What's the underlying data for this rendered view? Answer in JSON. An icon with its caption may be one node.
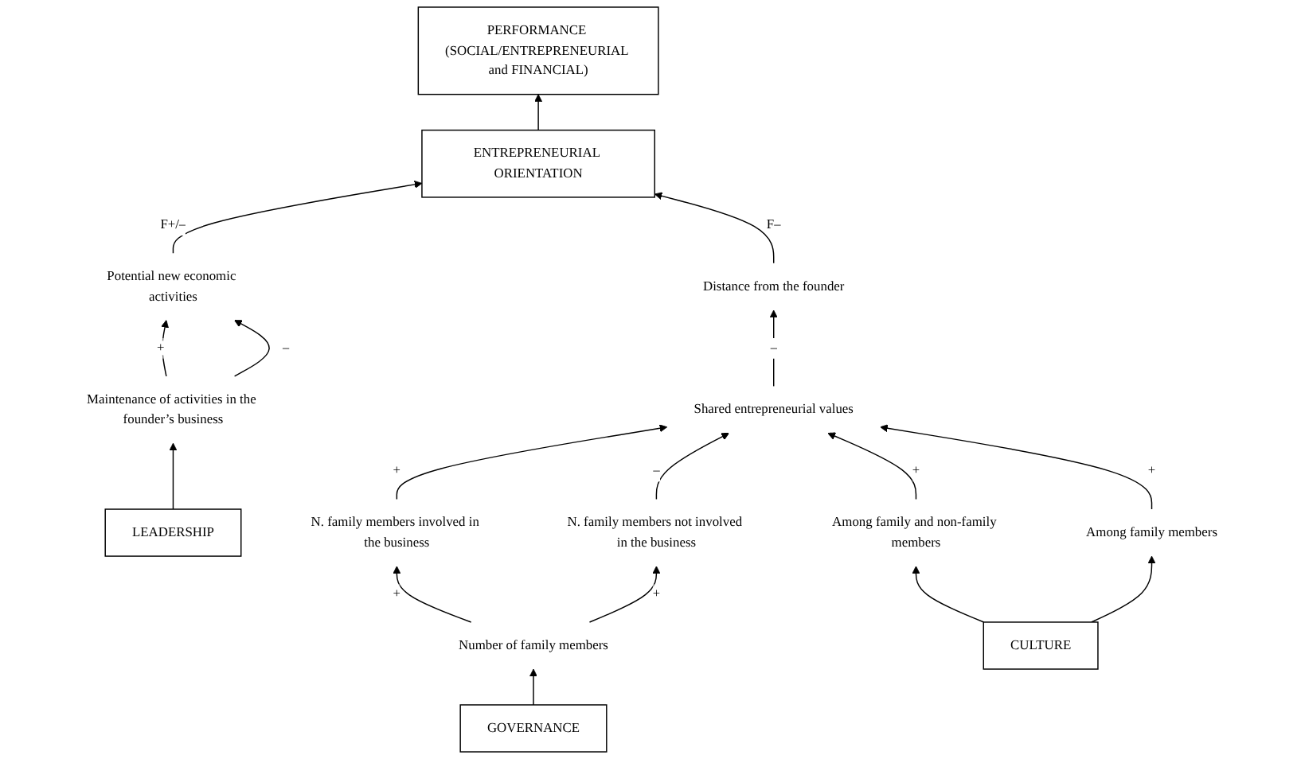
{
  "diagram": {
    "nodes": [
      {
        "text": [
          "PERFORMANCE (SOCIAL/ENTREPRENEURIAL and FINANCIAL)"
        ]
      },
      {
        "text": [
          "ENTREPRENEURIAL ORIENTATION"
        ]
      },
      {
        "text": [
          "Potential new economic activities"
        ]
      },
      {
        "text": [
          "Distance from the founder"
        ]
      },
      {
        "text": [
          "Shared entrepreneurial values"
        ]
      },
      {
        "text": [
          "Maintenance of activities in the founder’s business"
        ]
      },
      {
        "text": [
          "N. family members involved in the business"
        ]
      },
      {
        "text": [
          "N. family members not involved in the business"
        ]
      },
      {
        "text": [
          "Among family and non-family members"
        ]
      },
      {
        "text": [
          "Among family members"
        ]
      },
      {
        "text": [
          "Number of family members"
        ]
      },
      {
        "text": [
          "LEADERSHIP"
        ]
      },
      {
        "text": [
          "GOVERNANCE"
        ]
      },
      {
        "text": [
          "CULTURE"
        ]
      }
    ],
    "edges": [
      {
        "from": 1,
        "to": 0,
        "arrow": "to"
      },
      {
        "from": 2,
        "to": 1,
        "arrow": "to",
        "label": "F+/–"
      },
      {
        "from": 3,
        "to": 1,
        "arrow": "to",
        "label": "F–"
      },
      {
        "from": 5,
        "to": 2,
        "arrow": "to",
        "label": "+"
      },
      {
        "from": 5,
        "to": 2,
        "arrow": "to",
        "label": "–"
      },
      {
        "from": 4,
        "to": 3,
        "arrow": "to",
        "label": "–"
      },
      {
        "from": 6,
        "to": 4,
        "arrow": "to",
        "label": "+"
      },
      {
        "from": 7,
        "to": 4,
        "arrow": "to",
        "label": "–"
      },
      {
        "from": 8,
        "to": 4,
        "arrow": "to",
        "label": "+"
      },
      {
        "from": 9,
        "to": 4,
        "arrow": "to",
        "label": "+"
      },
      {
        "from": 10,
        "to": 6,
        "arrow": "to",
        "label": "+"
      },
      {
        "from": 10,
        "to": 7,
        "arrow": "to",
        "label": "+"
      },
      {
        "from": 11,
        "to": 5,
        "arrow": "to"
      },
      {
        "from": 12,
        "to": 10,
        "arrow": "to"
      },
      {
        "from": 13,
        "to": 8,
        "arrow": "to"
      },
      {
        "from": 13,
        "to": 9,
        "arrow": "to"
      }
    ]
  }
}
